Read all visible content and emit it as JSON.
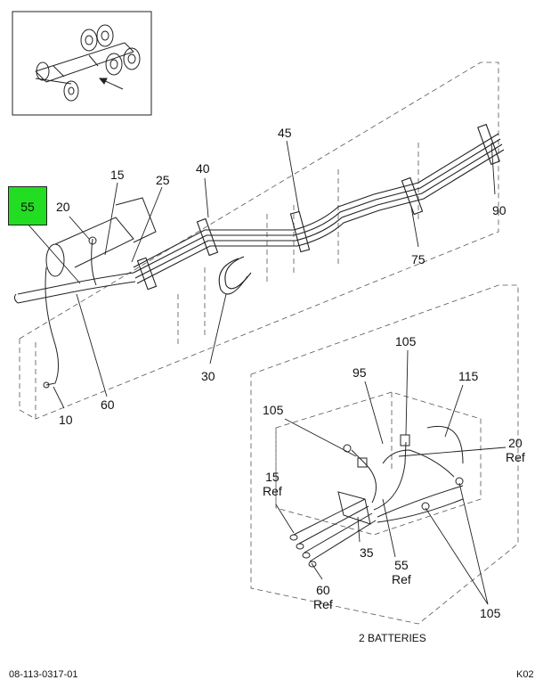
{
  "highlight_callout": "55",
  "callouts_main": [
    "15",
    "20",
    "25",
    "40",
    "45",
    "90",
    "75",
    "30",
    "60",
    "10"
  ],
  "callouts_detail": {
    "c105_top": "105",
    "c95": "95",
    "c115": "115",
    "c105_left": "105",
    "c20ref_num": "20",
    "c20ref_ref": "Ref",
    "c15ref_num": "15",
    "c15ref_ref": "Ref",
    "c35": "35",
    "c55ref_num": "55",
    "c55ref_ref": "Ref",
    "c60ref_num": "60",
    "c60ref_ref": "Ref",
    "c105_bottom": "105"
  },
  "caption_batteries": "2 BATTERIES",
  "footer_left": "08-113-0317-01",
  "footer_right": "K02",
  "colors": {
    "highlight": "#22dd22",
    "line": "#222222",
    "dash": "#555555"
  }
}
